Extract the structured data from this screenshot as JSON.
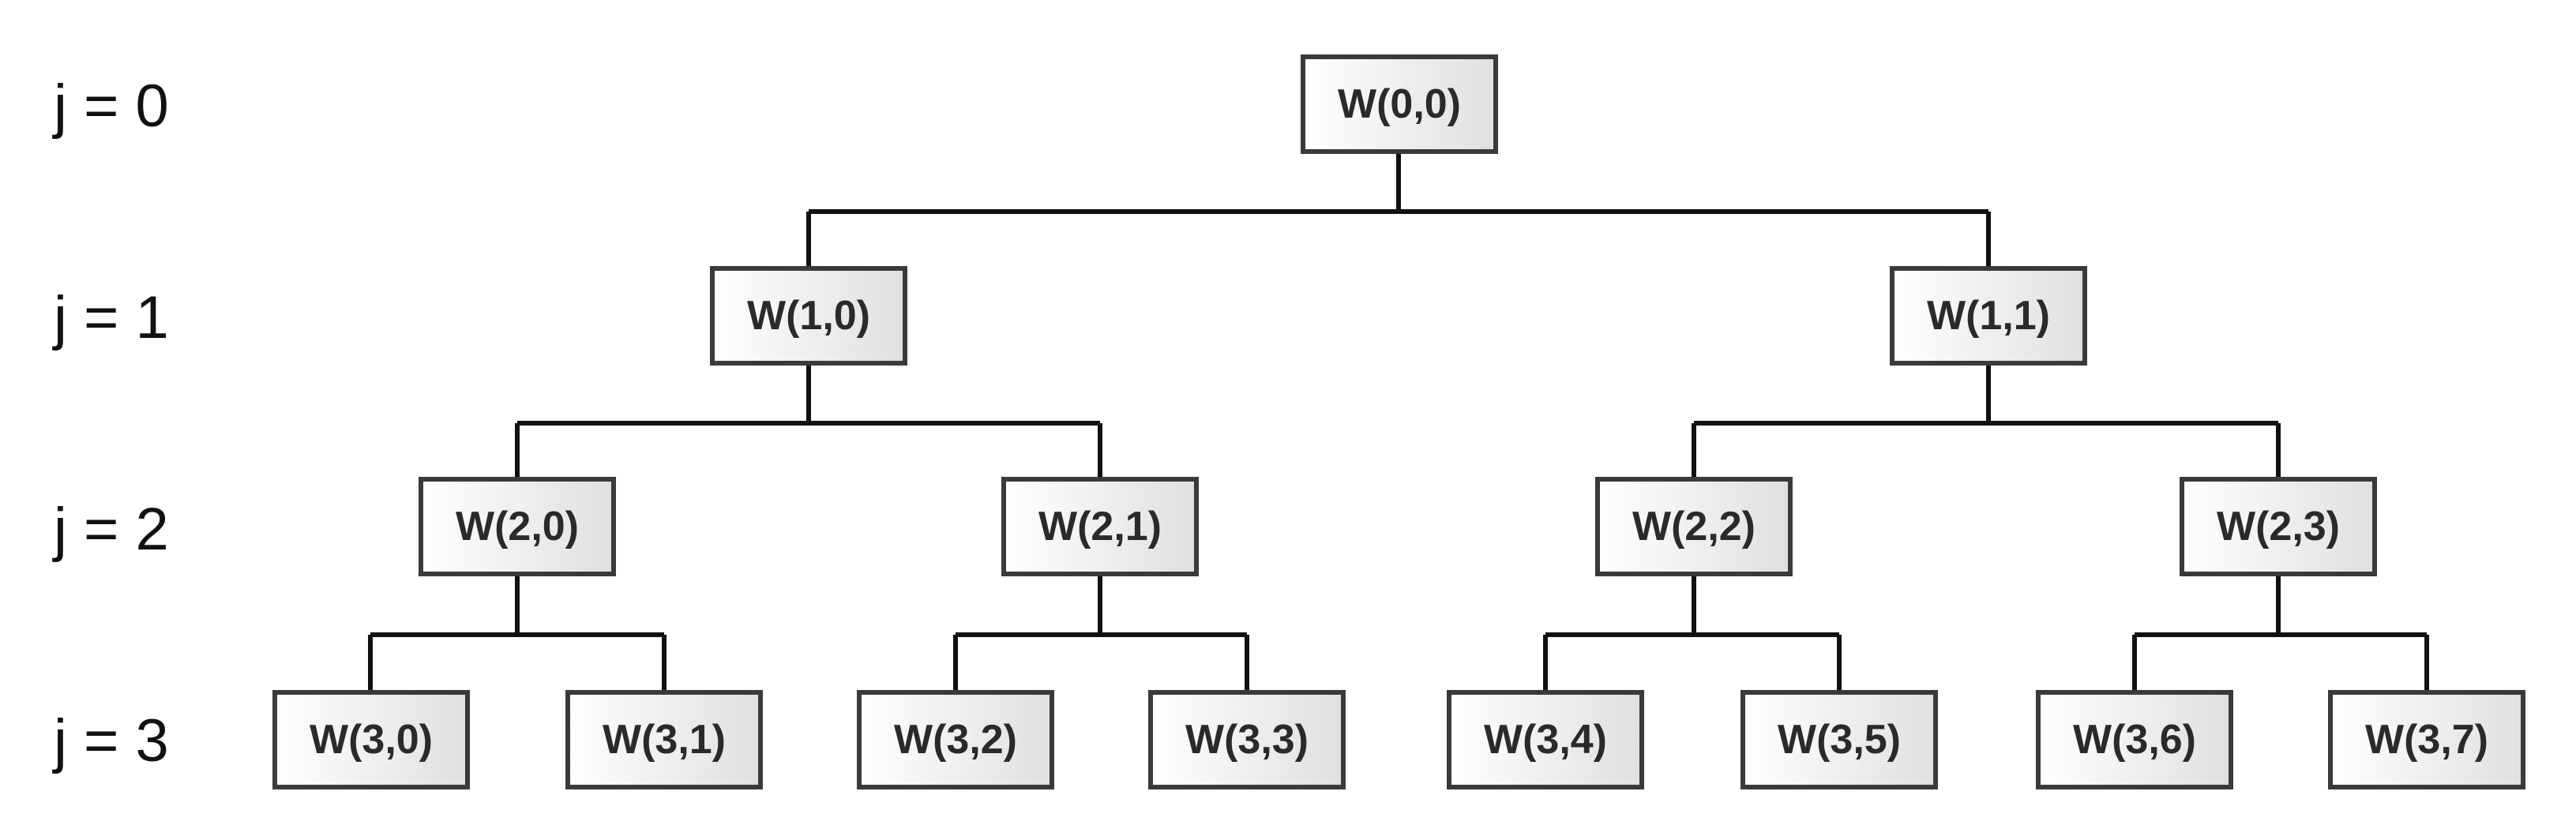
{
  "levels": [
    {
      "label": "j = 0"
    },
    {
      "label": "j = 1"
    },
    {
      "label": "j = 2"
    },
    {
      "label": "j = 3"
    }
  ],
  "nodes": [
    {
      "label": "W(0,0)"
    },
    {
      "label": "W(1,0)"
    },
    {
      "label": "W(1,1)"
    },
    {
      "label": "W(2,0)"
    },
    {
      "label": "W(2,1)"
    },
    {
      "label": "W(2,2)"
    },
    {
      "label": "W(2,3)"
    },
    {
      "label": "W(3,0)"
    },
    {
      "label": "W(3,1)"
    },
    {
      "label": "W(3,2)"
    },
    {
      "label": "W(3,3)"
    },
    {
      "label": "W(3,4)"
    },
    {
      "label": "W(3,5)"
    },
    {
      "label": "W(3,6)"
    },
    {
      "label": "W(3,7)"
    }
  ],
  "colors": {
    "box_fill_start": "#ffffff",
    "box_fill_end": "#e0e0e0",
    "box_stroke": "#3a3a3a",
    "line": "#111111",
    "text": "#2a2a2a"
  }
}
